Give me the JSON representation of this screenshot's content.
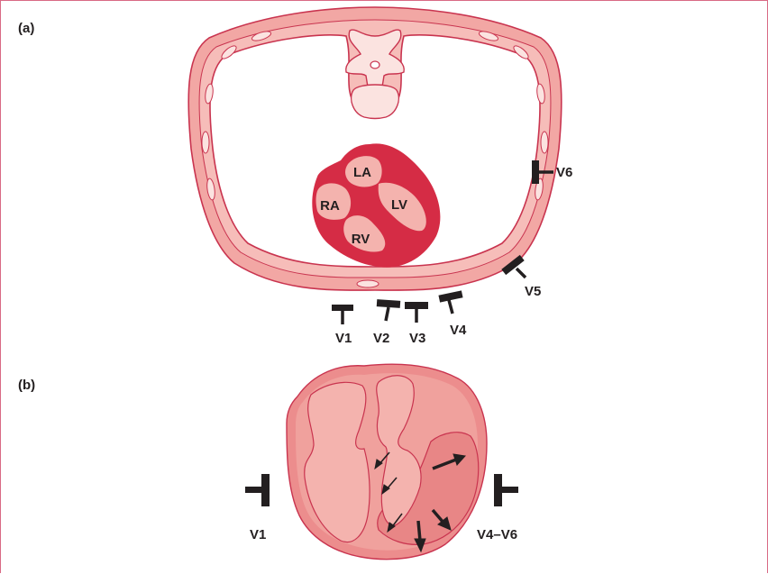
{
  "panels": {
    "a": "(a)",
    "b": "(b)"
  },
  "chambers": {
    "la": "LA",
    "lv": "LV",
    "ra": "RA",
    "rv": "RV"
  },
  "leads_a": {
    "v1": "V1",
    "v2": "V2",
    "v3": "V3",
    "v4": "V4",
    "v5": "V5",
    "v6": "V6"
  },
  "leads_b": {
    "left": "V1",
    "right": "V4–V6"
  },
  "colors": {
    "frame": "#d96a85",
    "chest_wall": "#f2a7a4",
    "chest_outline": "#c9344f",
    "rib_fill": "#fbe3e0",
    "heart_muscle": "#d52c45",
    "heart_chamber": "#f4b3ae",
    "myocardium_b": "#ec8d8d",
    "ink": "#231f20"
  }
}
